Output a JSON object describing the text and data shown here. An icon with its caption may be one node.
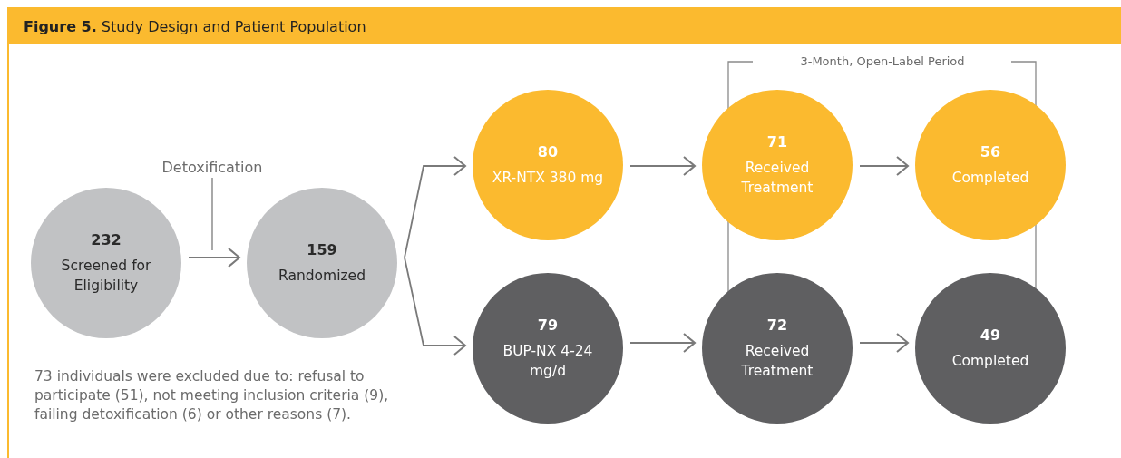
{
  "diagram": {
    "title": "**Figure 5.** Study Design and Patient Population",
    "nodes": [
      {
        "text": [
          "232",
          "Screened for Eligibility"
        ]
      },
      {
        "text": [
          "159",
          "Randomized"
        ]
      },
      {
        "text": [
          "80",
          "XR-NTX 380 mg"
        ]
      },
      {
        "text": [
          "71",
          "Received Treatment"
        ]
      },
      {
        "text": [
          "56",
          "Completed"
        ]
      },
      {
        "text": [
          "79",
          "BUP-NX 4-24 mg/d"
        ]
      },
      {
        "text": [
          "72",
          "Received Treatment"
        ]
      },
      {
        "text": [
          "49",
          "Completed"
        ]
      },
      {
        "text": [
          "Detoxification"
        ]
      }
    ],
    "edges": [
      {
        "from": 0,
        "to": 1,
        "arrow": "to"
      },
      {
        "from": 1,
        "to": 2,
        "arrow": "to"
      },
      {
        "from": 1,
        "to": 5,
        "arrow": "to"
      },
      {
        "from": 2,
        "to": 3,
        "arrow": "to"
      },
      {
        "from": 3,
        "to": 4,
        "arrow": "to"
      },
      {
        "from": 5,
        "to": 6,
        "arrow": "to"
      },
      {
        "from": 6,
        "to": 7,
        "arrow": "to"
      },
      {
        "from": 8,
        "to": null,
        "arrow": "none"
      }
    ],
    "labels": [
      "3-Month, Open-Label Period",
      "73 individuals were excluded due to: refusal to participate (51), not meeting inclusion criteria (9), failing detoxification (6) or other reasons (7)."
    ]
  }
}
